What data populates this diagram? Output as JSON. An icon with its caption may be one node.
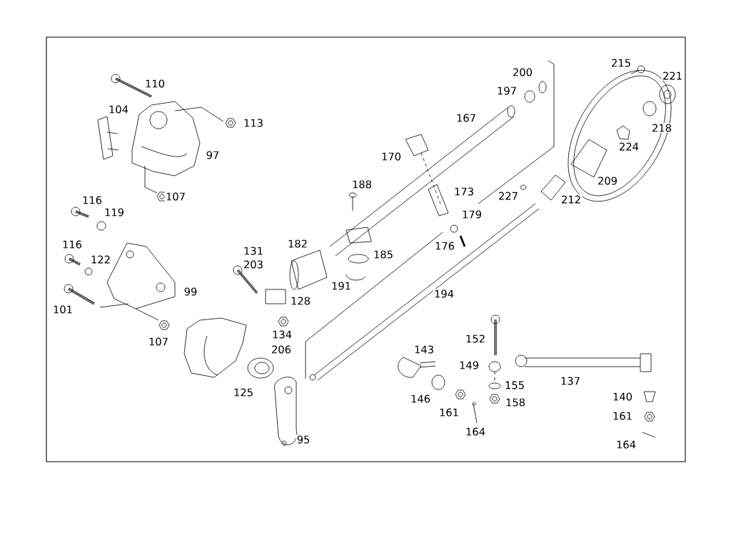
{
  "diagram": {
    "labels": [
      "110",
      "104",
      "113",
      "97",
      "107",
      "116",
      "119",
      "116",
      "122",
      "99",
      "101",
      "107",
      "131",
      "203",
      "182",
      "185",
      "191",
      "128",
      "134",
      "206",
      "125",
      "95",
      "188",
      "170",
      "167",
      "173",
      "179",
      "176",
      "194",
      "200",
      "197",
      "227",
      "212",
      "209",
      "224",
      "215",
      "221",
      "218",
      "143",
      "146",
      "161",
      "164",
      "152",
      "149",
      "155",
      "158",
      "137",
      "140",
      "161",
      "164"
    ]
  }
}
